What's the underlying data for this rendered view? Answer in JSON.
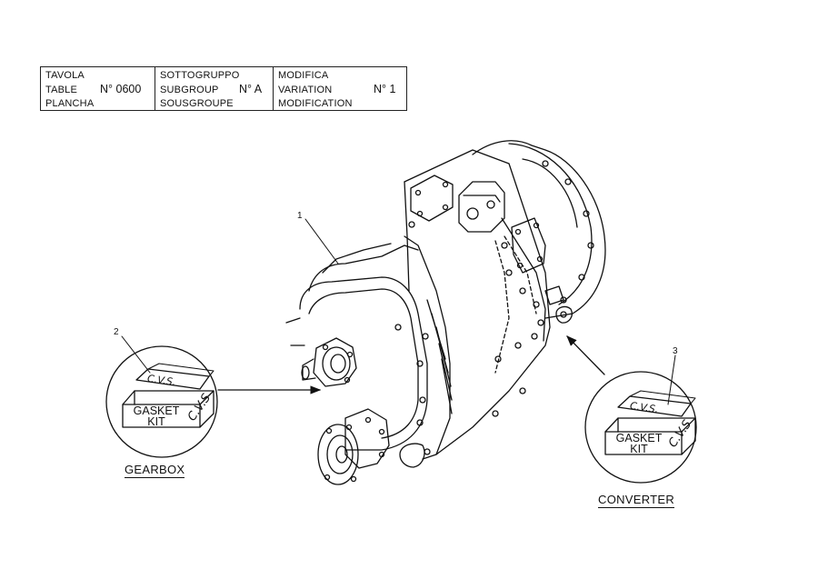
{
  "header": {
    "col1": {
      "line1": "TAVOLA",
      "line2": "TABLE",
      "line3": "PLANCHA",
      "value": "N° 0600"
    },
    "col2": {
      "line1": "SOTTOGRUPPO",
      "line2": "SUBGROUP",
      "line3": "SOUSGROUPE",
      "value": "N° A"
    },
    "col3": {
      "line1": "MODIFICA",
      "line2": "VARIATION",
      "line3": "MODIFICATION",
      "value": "N°  1"
    }
  },
  "callouts": {
    "main": "1",
    "gearbox": "2",
    "converter": "3"
  },
  "captions": {
    "gearbox": "GEARBOX",
    "converter": "CONVERTER"
  },
  "kit": {
    "brand": "C.V.S.",
    "label_line1": "GASKET",
    "label_line2": "KIT",
    "side": "C.V.S"
  }
}
